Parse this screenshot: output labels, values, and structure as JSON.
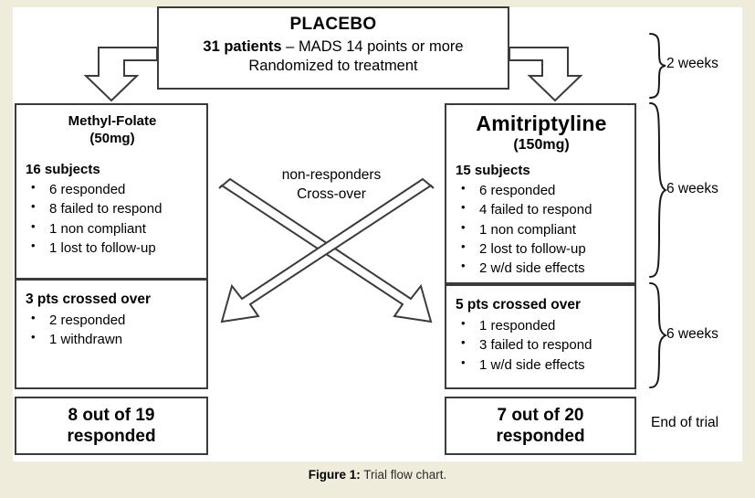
{
  "figure": {
    "caption_label": "Figure 1:",
    "caption_text": " Trial flow chart."
  },
  "colors": {
    "page_background": "#f0ecdb",
    "canvas_background": "#ffffff",
    "box_border": "#3b3b3b",
    "text": "#000000"
  },
  "placebo": {
    "title": "PLACEBO",
    "line2_bold": "31 patients",
    "line2_rest": " – MADS 14 points or more",
    "line3": "Randomized to treatment"
  },
  "arms": {
    "left": {
      "title": "Methyl-Folate",
      "dose": "(50mg)",
      "subjects_header": "16 subjects",
      "outcomes": [
        "6 responded",
        "8 failed to respond",
        "1 non compliant",
        "1 lost to follow-up"
      ],
      "crossover_header": "3 pts crossed over",
      "crossover_outcomes": [
        "2 responded",
        "1 withdrawn"
      ],
      "result_line1": "8 out of 19",
      "result_line2": "responded"
    },
    "right": {
      "title": "Amitriptyline",
      "dose": "(150mg)",
      "subjects_header": "15 subjects",
      "outcomes": [
        "6 responded",
        "4 failed to respond",
        "1 non compliant",
        "2 lost to follow-up",
        "2 w/d side effects"
      ],
      "crossover_header": "5 pts crossed over",
      "crossover_outcomes": [
        "1 responded",
        "3 failed to respond",
        "1 w/d side effects"
      ],
      "result_line1": "7 out of 20",
      "result_line2": "responded"
    }
  },
  "crossover": {
    "line1": "non-responders",
    "line2": "Cross-over"
  },
  "timeline": {
    "phase1": "2 weeks",
    "phase2": "6 weeks",
    "phase3": "6 weeks",
    "end": "End of trial"
  }
}
